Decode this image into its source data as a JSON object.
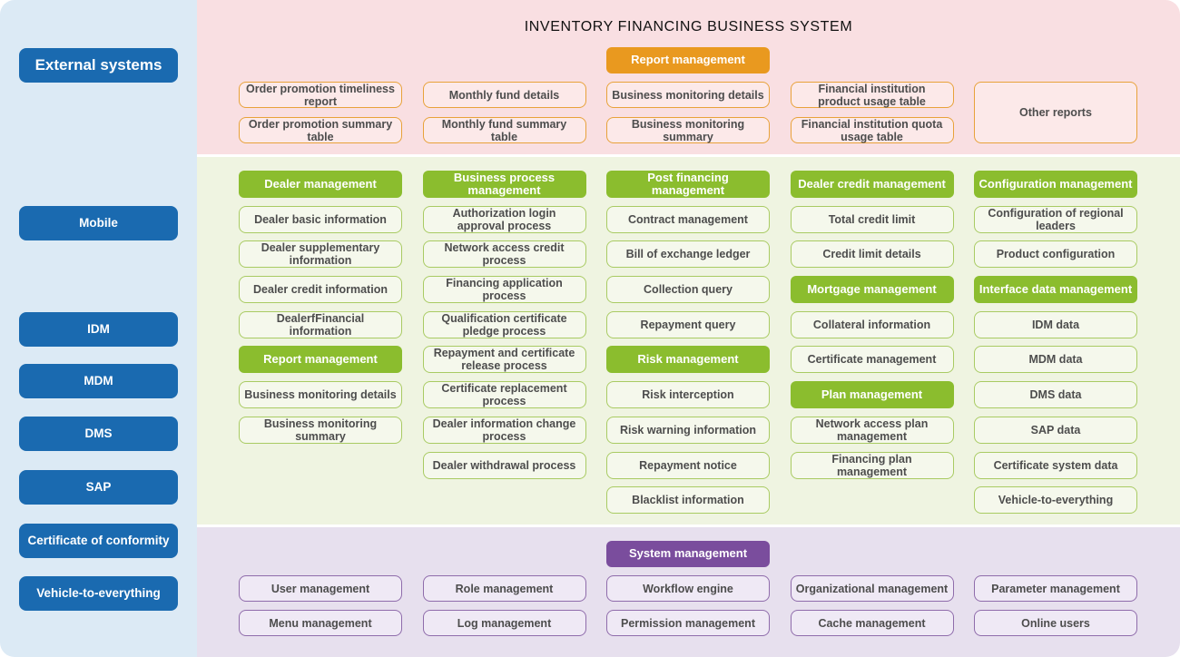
{
  "title": "INVENTORY FINANCING BUSINESS SYSTEM",
  "colors": {
    "sidebar_bg": "#dceaf5",
    "sidebar_button": "#1a6ab0",
    "report_band_bg": "#f9dfe2",
    "report_header_bg": "#e9991f",
    "report_box_border": "#e8a23a",
    "business_band_bg": "#eff4e1",
    "business_header_bg": "#8bbd2e",
    "business_box_border": "#a9cb63",
    "system_band_bg": "#e7e0ee",
    "system_header_bg": "#7a4d9d",
    "system_box_border": "#8f6cab",
    "box_text": "#4d4d4d"
  },
  "sidebar": {
    "items": [
      {
        "label": "External systems"
      },
      {
        "label": "Mobile"
      },
      {
        "label": "IDM"
      },
      {
        "label": "MDM"
      },
      {
        "label": "DMS"
      },
      {
        "label": "SAP"
      },
      {
        "label": "Certificate of conformity"
      },
      {
        "label": "Vehicle-to-everything"
      }
    ]
  },
  "report_section": {
    "header": "Report management",
    "columns": [
      {
        "items": [
          "Order promotion timeliness report",
          "Order promotion summary table"
        ]
      },
      {
        "items": [
          "Monthly fund details",
          "Monthly fund summary table"
        ]
      },
      {
        "items": [
          "Business monitoring details",
          "Business monitoring summary"
        ]
      },
      {
        "items": [
          "Financial institution product usage table",
          "Financial institution quota usage table"
        ]
      },
      {
        "items": [
          "Other reports"
        ]
      }
    ]
  },
  "business_section": {
    "columns": [
      {
        "items": [
          {
            "type": "header",
            "label": "Dealer management"
          },
          {
            "type": "box",
            "label": "Dealer basic information"
          },
          {
            "type": "box",
            "label": "Dealer supplementary information"
          },
          {
            "type": "box",
            "label": "Dealer credit information"
          },
          {
            "type": "box",
            "label": "DealerfFinancial information"
          },
          {
            "type": "header",
            "label": "Report management"
          },
          {
            "type": "box",
            "label": "Business monitoring details"
          },
          {
            "type": "box",
            "label": "Business monitoring summary"
          }
        ]
      },
      {
        "items": [
          {
            "type": "header",
            "label": "Business process management"
          },
          {
            "type": "box",
            "label": "Authorization login approval process"
          },
          {
            "type": "box",
            "label": "Network access credit process"
          },
          {
            "type": "box",
            "label": "Financing application process"
          },
          {
            "type": "box",
            "label": "Qualification certificate pledge process"
          },
          {
            "type": "box",
            "label": "Repayment and certificate release process"
          },
          {
            "type": "box",
            "label": "Certificate replacement process"
          },
          {
            "type": "box",
            "label": "Dealer information change process"
          },
          {
            "type": "box",
            "label": "Dealer withdrawal process"
          }
        ]
      },
      {
        "items": [
          {
            "type": "header",
            "label": "Post financing management"
          },
          {
            "type": "box",
            "label": "Contract management"
          },
          {
            "type": "box",
            "label": "Bill of exchange ledger"
          },
          {
            "type": "box",
            "label": "Collection query"
          },
          {
            "type": "box",
            "label": "Repayment query"
          },
          {
            "type": "header",
            "label": "Risk management"
          },
          {
            "type": "box",
            "label": "Risk interception"
          },
          {
            "type": "box",
            "label": "Risk warning information"
          },
          {
            "type": "box",
            "label": "Repayment notice"
          },
          {
            "type": "box",
            "label": "Blacklist information"
          }
        ]
      },
      {
        "items": [
          {
            "type": "header",
            "label": "Dealer credit management"
          },
          {
            "type": "box",
            "label": "Total credit limit"
          },
          {
            "type": "box",
            "label": "Credit limit details"
          },
          {
            "type": "header",
            "label": "Mortgage management"
          },
          {
            "type": "box",
            "label": "Collateral information"
          },
          {
            "type": "box",
            "label": "Certificate management"
          },
          {
            "type": "header",
            "label": "Plan management"
          },
          {
            "type": "box",
            "label": "Network access plan management"
          },
          {
            "type": "box",
            "label": "Financing plan management"
          }
        ]
      },
      {
        "items": [
          {
            "type": "header",
            "label": "Configuration management"
          },
          {
            "type": "box",
            "label": "Configuration of regional leaders"
          },
          {
            "type": "box",
            "label": "Product configuration"
          },
          {
            "type": "header",
            "label": "Interface data management"
          },
          {
            "type": "box",
            "label": "IDM data"
          },
          {
            "type": "box",
            "label": "MDM data"
          },
          {
            "type": "box",
            "label": "DMS data"
          },
          {
            "type": "box",
            "label": "SAP data"
          },
          {
            "type": "box",
            "label": "Certificate system data"
          },
          {
            "type": "box",
            "label": "Vehicle-to-everything"
          }
        ]
      }
    ]
  },
  "system_section": {
    "header": "System management",
    "columns": [
      {
        "items": [
          "User management",
          "Menu management"
        ]
      },
      {
        "items": [
          "Role management",
          "Log management"
        ]
      },
      {
        "items": [
          "Workflow engine",
          "Permission management"
        ]
      },
      {
        "items": [
          "Organizational management",
          "Cache management"
        ]
      },
      {
        "items": [
          "Parameter management",
          "Online users"
        ]
      }
    ]
  }
}
